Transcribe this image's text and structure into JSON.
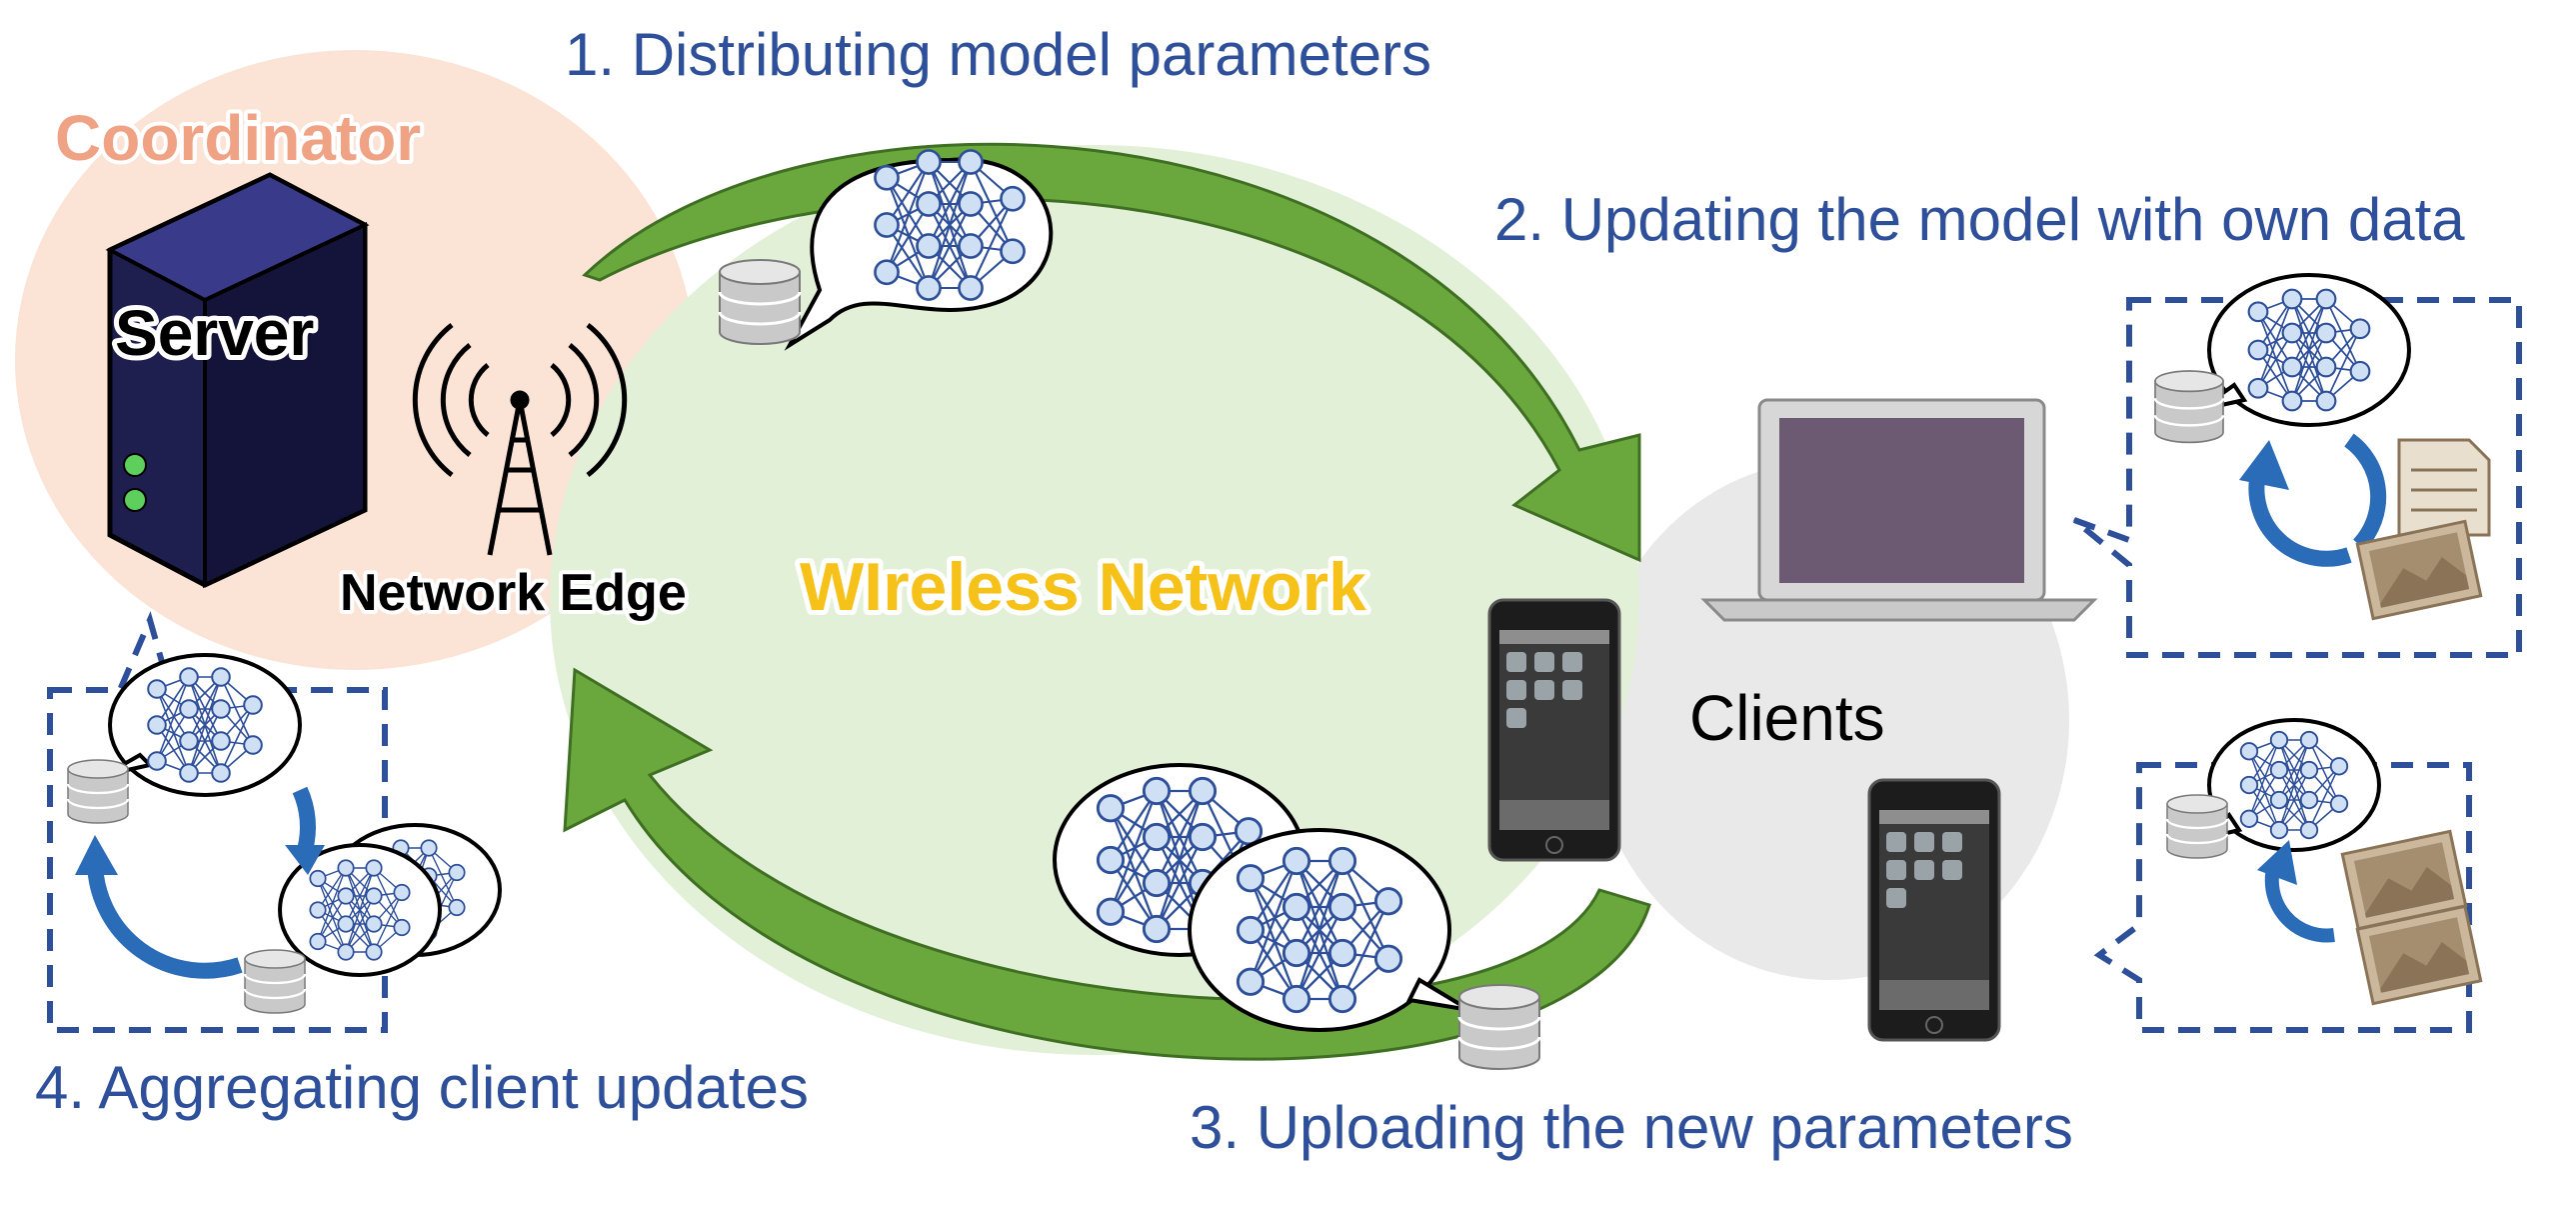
{
  "steps": {
    "distribute": "1. Distributing model parameters",
    "update": "2. Updating the model with own data",
    "upload": "3. Uploading the new parameters",
    "aggregate": "4. Aggregating client updates"
  },
  "labels": {
    "coordinator": "Coordinator",
    "server": "Server",
    "network_edge": "Network Edge",
    "wireless_network": "WIreless Network",
    "clients": "Clients"
  },
  "colors": {
    "step_text": "#2e4f9a",
    "coordinator_text": "#f0a384",
    "coordinator_region": "#fbe3d6",
    "wireless_region": "#e3f0d8",
    "wireless_text": "#f6c21a",
    "clients_region": "#e9e9e9",
    "arrow_green": "#6aa83e",
    "dashed_box": "#2e4f9a",
    "cycle_arrow": "#2b6cb8"
  },
  "icons": [
    "server-icon",
    "antenna-icon",
    "laptop-icon",
    "phone-icon",
    "database-icon",
    "neural-network-icon",
    "document-icon",
    "photo-icon"
  ]
}
